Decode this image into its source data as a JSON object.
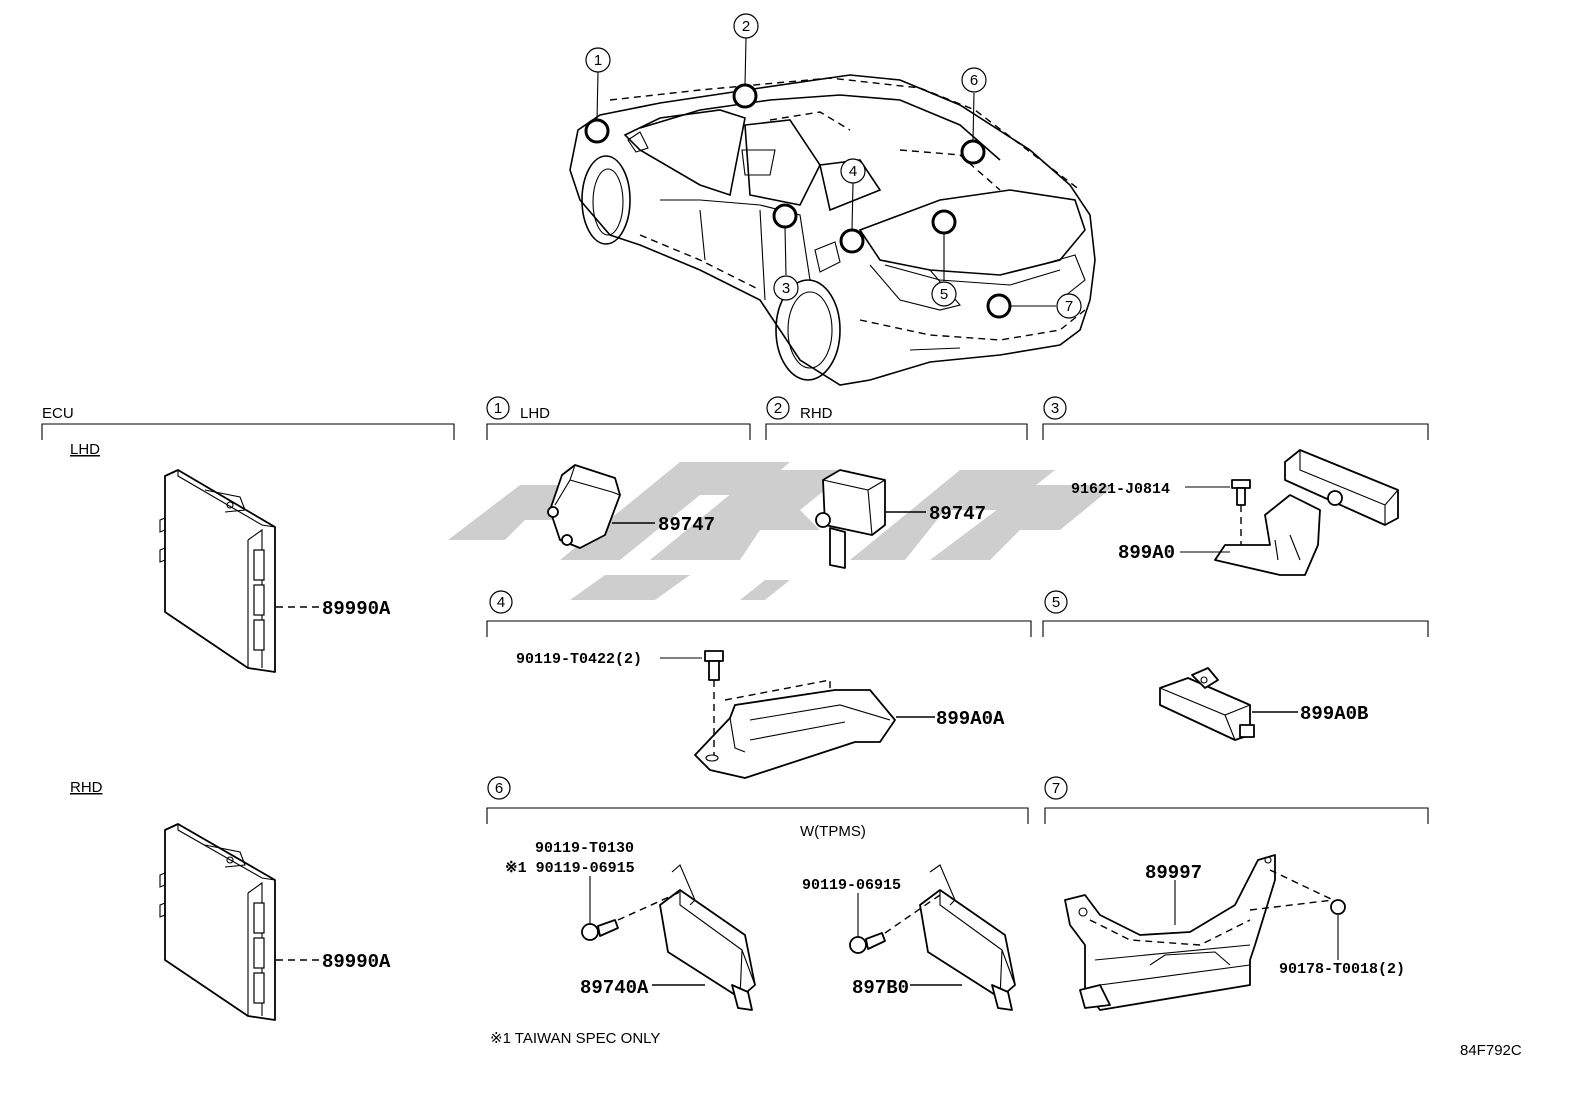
{
  "sections": {
    "ecu": {
      "title": "ECU",
      "lhd": "LHD",
      "rhd": "RHD"
    },
    "s1": {
      "num": "1",
      "title": "LHD"
    },
    "s2": {
      "num": "2",
      "title": "RHD"
    },
    "s3": {
      "num": "3"
    },
    "s4": {
      "num": "4"
    },
    "s5": {
      "num": "5"
    },
    "s6": {
      "num": "6",
      "subtitle": "W(TPMS)"
    },
    "s7": {
      "num": "7"
    }
  },
  "car_callouts": [
    "1",
    "2",
    "3",
    "4",
    "5",
    "6",
    "7"
  ],
  "parts": {
    "ecu_lhd": "89990A",
    "ecu_rhd": "89990A",
    "p1": "89747",
    "p2": "89747",
    "p3_bolt": "91621-J0814",
    "p3_bracket": "899A0",
    "p4_bolt": "90119-T0422(2)",
    "p4_part": "899A0A",
    "p5_part": "899A0B",
    "p6_bolt_a": "90119-T0130",
    "p6_bolt_b": "※1 90119-06915",
    "p6_part_a": "89740A",
    "p6_bolt_c": "90119-06915",
    "p6_part_b": "897B0",
    "p7_part": "89997",
    "p7_bolt": "90178-T0018(2)"
  },
  "footnote": "※1 TAIWAN SPEC ONLY",
  "diagram_code": "84F792C"
}
